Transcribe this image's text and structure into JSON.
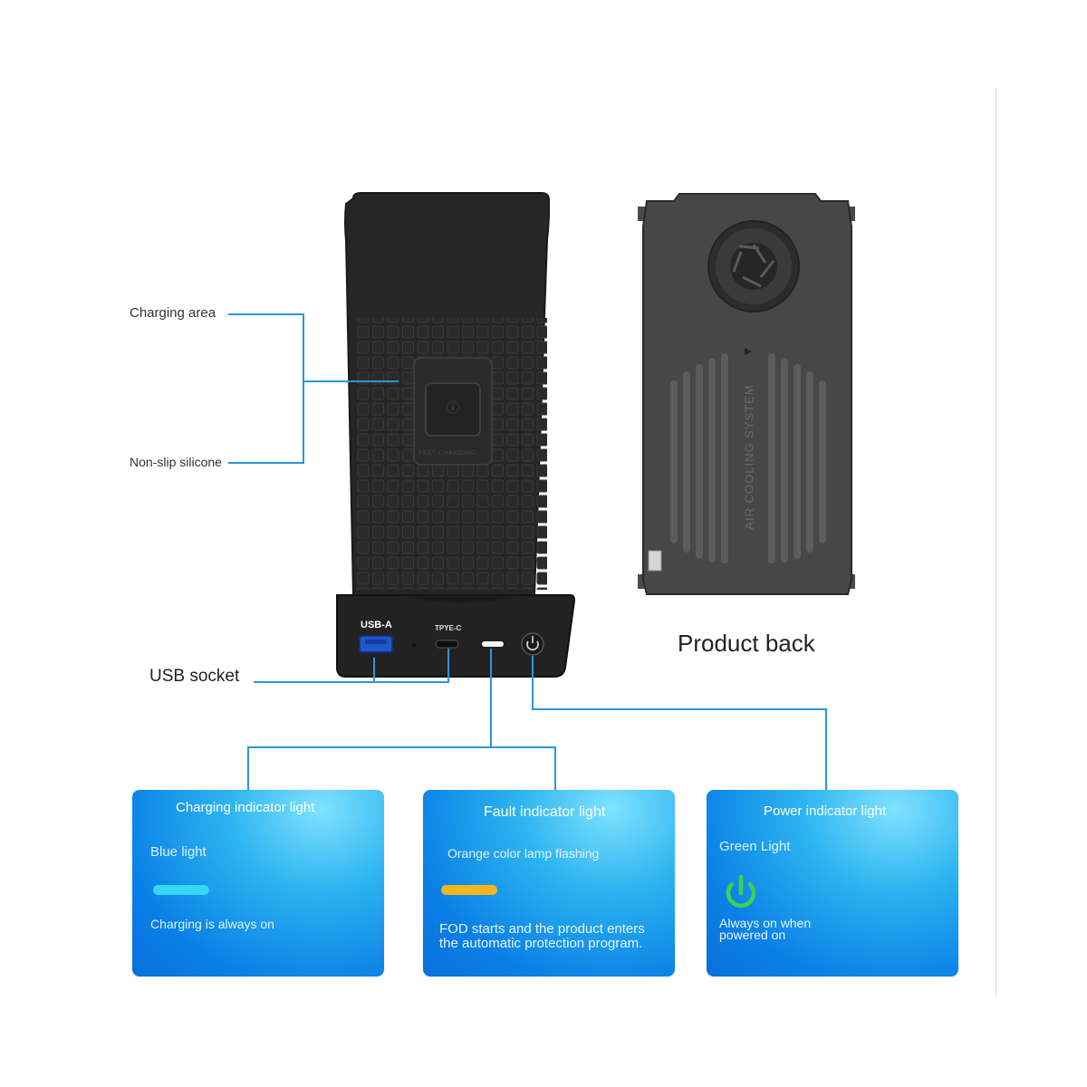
{
  "callouts": {
    "charging_area": "Charging area",
    "non_slip": "Non-slip silicone",
    "usb_socket": "USB socket",
    "product_back": "Product back"
  },
  "device": {
    "usb_a_label": "USB-A",
    "type_c_label": "TPYE-C",
    "pad_text": "FAST CHARGING",
    "back_text": "AIR COOLING SYSTEM"
  },
  "cards": {
    "charging": {
      "title": "Charging indicator light",
      "color_name": "Blue light",
      "desc": "Charging is always on",
      "lamp_color": "#36d6f5"
    },
    "fault": {
      "title": "Fault indicator light",
      "color_name": "Orange color lamp flashing",
      "desc": "FOD starts and the product enters the automatic protection program.",
      "lamp_color": "#f3b61f"
    },
    "power": {
      "title": "Power indicator light",
      "color_name": "Green Light",
      "desc": "Always on when powered on",
      "icon": "power-icon",
      "icon_color": "#3fd14d"
    }
  },
  "colors": {
    "connector_line": "#2a95dd",
    "usb_a_port": "#2255c8"
  }
}
